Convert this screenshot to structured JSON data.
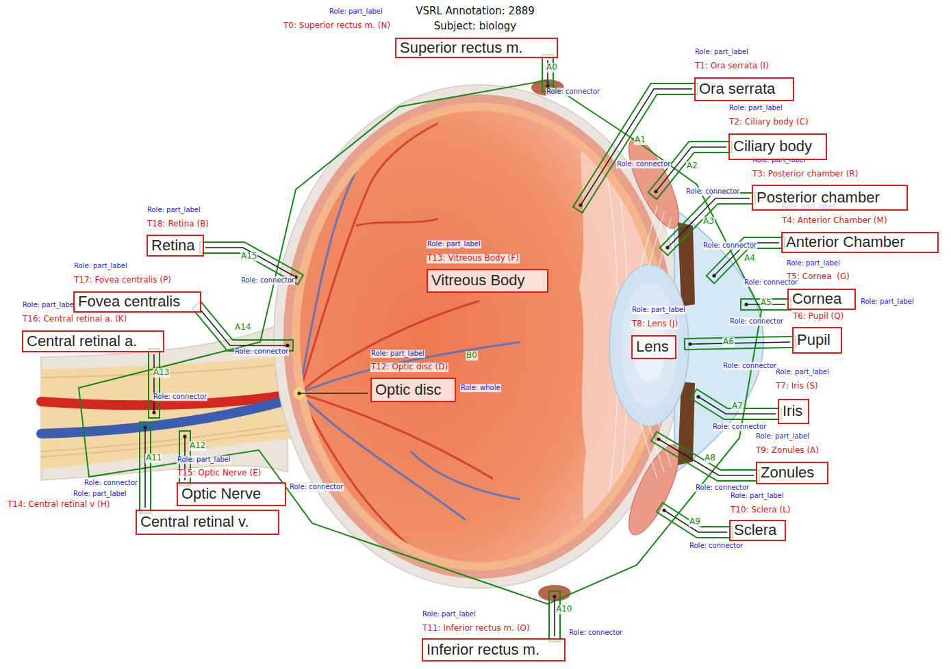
{
  "diagram": {
    "title": "VSRL Annotation: 2889",
    "nodes": [
      {
        "text": [
          "Superior rectus m."
        ]
      },
      {
        "text": [
          "Ora serrata"
        ]
      },
      {
        "text": [
          "Ciliary body"
        ]
      },
      {
        "text": [
          "Posterior chamber"
        ]
      },
      {
        "text": [
          "Anterior Chamber"
        ]
      },
      {
        "text": [
          "Cornea"
        ]
      },
      {
        "text": [
          "Pupil"
        ]
      },
      {
        "text": [
          "Iris"
        ]
      },
      {
        "text": [
          "Lens"
        ]
      },
      {
        "text": [
          "Zonules"
        ]
      },
      {
        "text": [
          "Sclera"
        ]
      },
      {
        "text": [
          "Inferior rectus m."
        ]
      },
      {
        "text": [
          "Optic disc"
        ]
      },
      {
        "text": [
          "Vitreous Body"
        ]
      },
      {
        "text": [
          "Central retinal v."
        ]
      },
      {
        "text": [
          "Optic Nerve"
        ]
      },
      {
        "text": [
          "Central retinal a."
        ]
      },
      {
        "text": [
          "Fovea centralis"
        ]
      },
      {
        "text": [
          "Retina"
        ]
      }
    ],
    "labels": [
      "Subject: biology",
      "Role: part_label",
      "T0: Superior rectus m. (N)",
      "Role: part_label",
      "T1: Ora serrata (I)",
      "Role: part_label",
      "T2: Ciliary body (C)",
      "Role: part_label",
      "T3: Posterior chamber (R)",
      "Role: part_label",
      "T4: Anterior Chamber (M)",
      "Role: part_label",
      "T5: Cornea  (G)",
      "Role: part_label",
      "T6: Pupil (Q)",
      "Role: part_label",
      "T7: Iris (S)",
      "Role: part_label",
      "T8: Lens (J)",
      "Role: part_label",
      "T9: Zonules (A)",
      "Role: part_label",
      "T10: Sclera (L)",
      "Role: part_label",
      "T11: Inferior rectus m. (O)",
      "Role: part_label",
      "T12: Optic disc (D)",
      "Role: part_label",
      "T13: Vitreous Body (F)",
      "Role: part_label",
      "T14: Central retinal v (H)",
      "Role: part_label",
      "T15: Optic Nerve (E)",
      "Role: part_label",
      "T16: Central retinal a. (K)",
      "Role: part_label",
      "T17: Fovea centralis (P)",
      "Role: part_label",
      "T18: Retina (B)",
      "A0",
      "Role: connector",
      "A1",
      "Role: connector",
      "A2",
      "Role: connector",
      "A3",
      "Role: connector",
      "A4",
      "Role: connector",
      "A5",
      "Role: connector",
      "A6",
      "Role: connector",
      "A7",
      "Role: connector",
      "A8",
      "Role: connector",
      "A9",
      "Role: connector",
      "A10",
      "Role: connector",
      "A11",
      "Role: connector",
      "A12",
      "Role: connector",
      "A13",
      "Role: connector",
      "A14",
      "Role: connector",
      "A15",
      "Role: connector",
      "B0",
      "Role: whole"
    ]
  }
}
